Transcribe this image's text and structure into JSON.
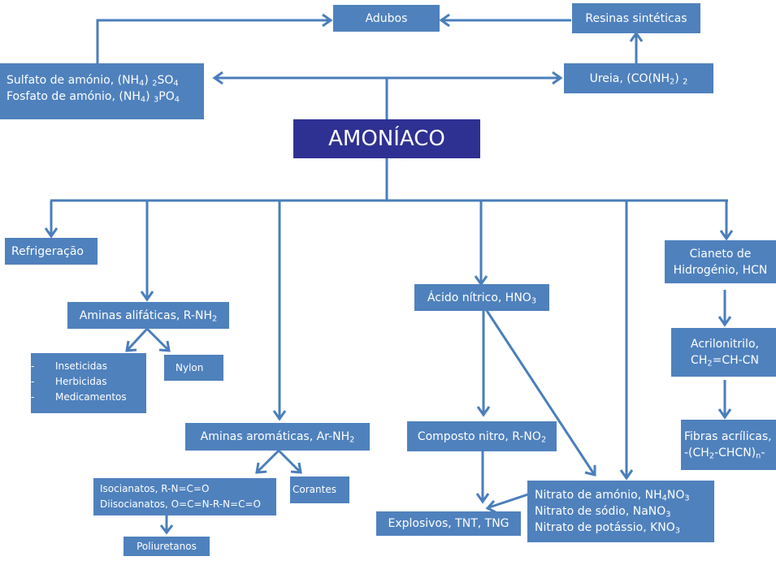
{
  "diagram": {
    "colors": {
      "box": "#4f81bd",
      "center_box": "#2e3192",
      "arrow": "#4a7ebb",
      "text": "#ffffff"
    },
    "center": {
      "label": "AMONÍACO"
    },
    "nodes": {
      "adubos": {
        "label": "Adubos"
      },
      "resinas": {
        "label": "Resinas sintéticas"
      },
      "sais_amonio": {
        "lines": [
          {
            "pre": "Sulfato de amónio, (NH",
            "s1": "4",
            "mid": ") ",
            "s2": "2",
            "post": "SO",
            "s3": "4"
          },
          {
            "pre": "Fosfato de amónio, (NH",
            "s1": "4",
            "mid": ") ",
            "s2": "3",
            "post": "PO",
            "s3": "4"
          }
        ]
      },
      "ureia": {
        "pre": "Ureia, (CO(NH",
        "s1": "2",
        "mid": ") ",
        "s2": "2"
      },
      "refrigeracao": {
        "label": "Refrigeração"
      },
      "aminas_alifaticas": {
        "pre": "Aminas alifáticas, R-NH",
        "sub": "2"
      },
      "aplicacoes": {
        "bullet": "-",
        "items": [
          "Inseticidas",
          "Herbicidas",
          "Medicamentos"
        ]
      },
      "nylon": {
        "label": "Nylon"
      },
      "aminas_aromaticas": {
        "pre": "Aminas aromáticas, Ar-NH",
        "sub": "2"
      },
      "isocianatos": {
        "lines": [
          "Isocianatos, R-N=C=O",
          "Diisocianatos, O=C=N-R-N=C=O"
        ]
      },
      "corantes": {
        "label": "Corantes"
      },
      "poliuretanos": {
        "label": "Poliuretanos"
      },
      "acido_nitrico": {
        "pre": "Ácido nítrico, HNO",
        "sub": "3"
      },
      "composto_nitro": {
        "pre": "Composto nitro, R-NO",
        "sub": "2"
      },
      "explosivos": {
        "label": "Explosivos, TNT, TNG"
      },
      "nitratos": {
        "lines": [
          {
            "pre": "Nitrato de amónio, NH",
            "s1": "4",
            "mid": "NO",
            "s2": "3"
          },
          {
            "pre": "Nitrato de sódio, NaNO",
            "s1": "3"
          },
          {
            "pre": "Nitrato de potássio, KNO",
            "s1": "3"
          }
        ]
      },
      "cianeto": {
        "line1": "Cianeto de",
        "line2": "Hidrogénio, HCN"
      },
      "acrilonitrilo": {
        "line1": "Acrilonitrilo,",
        "l2a": "CH",
        "l2s": "2",
        "l2b": "=CH-CN"
      },
      "fibras": {
        "line1": "Fibras acrílicas,",
        "l2a": "-(CH",
        "l2s1": "2",
        "l2b": "-CHCN)",
        "l2s2": "n",
        "l2c": "-"
      }
    },
    "connections": [
      {
        "from": "Sulfato/Fosfato de amónio",
        "to": "Adubos"
      },
      {
        "from": "Resinas sintéticas",
        "to": "Adubos"
      },
      {
        "from": "Ureia",
        "to": "Resinas sintéticas"
      },
      {
        "from": "AMONÍACO",
        "to": "Sulfato/Fosfato de amónio"
      },
      {
        "from": "AMONÍACO",
        "to": "Ureia"
      },
      {
        "from": "AMONÍACO",
        "to": "Refrigeração"
      },
      {
        "from": "AMONÍACO",
        "to": "Aminas alifáticas"
      },
      {
        "from": "AMONÍACO",
        "to": "Aminas aromáticas"
      },
      {
        "from": "AMONÍACO",
        "to": "Ácido nítrico"
      },
      {
        "from": "AMONÍACO",
        "to": "Nitratos"
      },
      {
        "from": "AMONÍACO",
        "to": "Cianeto de Hidrogénio"
      },
      {
        "from": "Aminas alifáticas",
        "to": "Inseticidas/Herbicidas/Medicamentos"
      },
      {
        "from": "Aminas alifáticas",
        "to": "Nylon"
      },
      {
        "from": "Aminas aromáticas",
        "to": "Isocianatos"
      },
      {
        "from": "Aminas aromáticas",
        "to": "Corantes"
      },
      {
        "from": "Isocianatos",
        "to": "Poliuretanos"
      },
      {
        "from": "Ácido nítrico",
        "to": "Composto nitro"
      },
      {
        "from": "Ácido nítrico",
        "to": "Nitratos"
      },
      {
        "from": "Composto nitro",
        "to": "Explosivos"
      },
      {
        "from": "Nitratos",
        "to": "Explosivos"
      },
      {
        "from": "Cianeto de Hidrogénio",
        "to": "Acrilonitrilo"
      },
      {
        "from": "Acrilonitrilo",
        "to": "Fibras acrílicas"
      }
    ]
  }
}
